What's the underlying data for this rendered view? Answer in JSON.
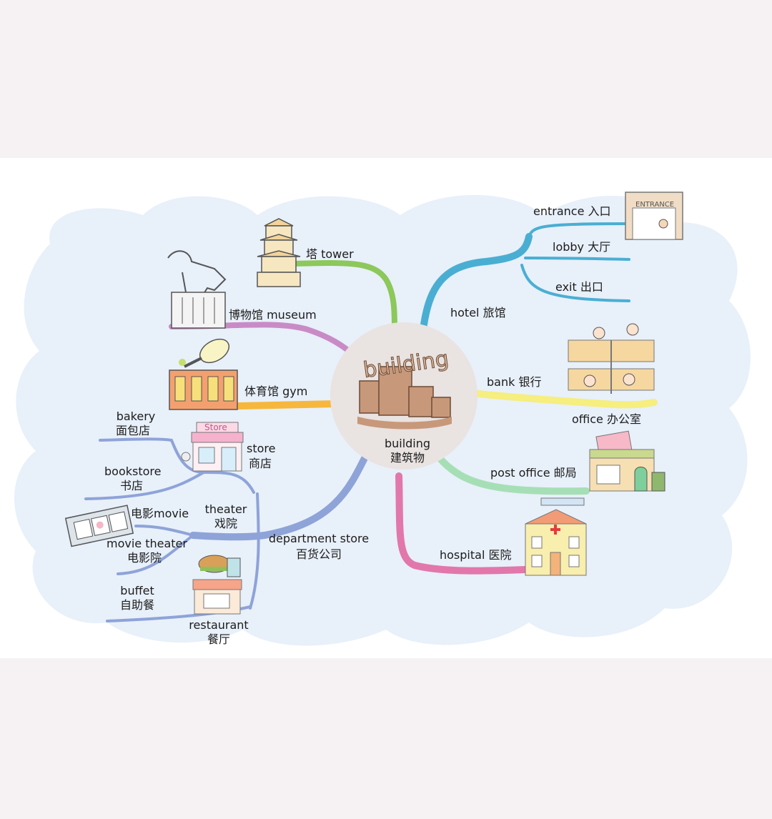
{
  "center": {
    "logo": "building",
    "label_en": "building",
    "label_zh": "建筑物"
  },
  "branches": {
    "tower": "塔 tower",
    "museum": "博物馆 museum",
    "gym": "体育馆 gym",
    "hotel": "hotel 旅馆",
    "entrance": "entrance 入口",
    "lobby": "lobby 大厅",
    "exit": "exit  出口",
    "bank": "bank 银行",
    "office": "office 办公室",
    "post_office": "post office 邮局",
    "hospital": "hospital 医院",
    "store_en": "store",
    "store_zh": "商店",
    "bakery_en": "bakery",
    "bakery_zh": "面包店",
    "bookstore_en": "bookstore",
    "bookstore_zh": "书店",
    "movie": "电影movie",
    "theater_en": "theater",
    "theater_zh": "戏院",
    "movie_theater_en": "movie theater",
    "movie_theater_zh": "电影院",
    "department_store_en": "department store",
    "department_store_zh": "百货公司",
    "buffet_en": "buffet",
    "buffet_zh": "自助餐",
    "restaurant_en": "restaurant",
    "restaurant_zh": "餐厅"
  },
  "signs": {
    "entrance_sign": "ENTRANCE",
    "store_sign": "Store"
  },
  "colors": {
    "tower_branch": "#8cc85a",
    "museum_branch": "#c98bc6",
    "gym_branch": "#f6b73c",
    "hotel_branch": "#4aaed3",
    "bank_branch": "#f6ee7e",
    "post_branch": "#a6dfb6",
    "hospital_branch": "#e277ab",
    "dept_branch": "#8ea3d8",
    "cloud": "#e8f0fa"
  }
}
